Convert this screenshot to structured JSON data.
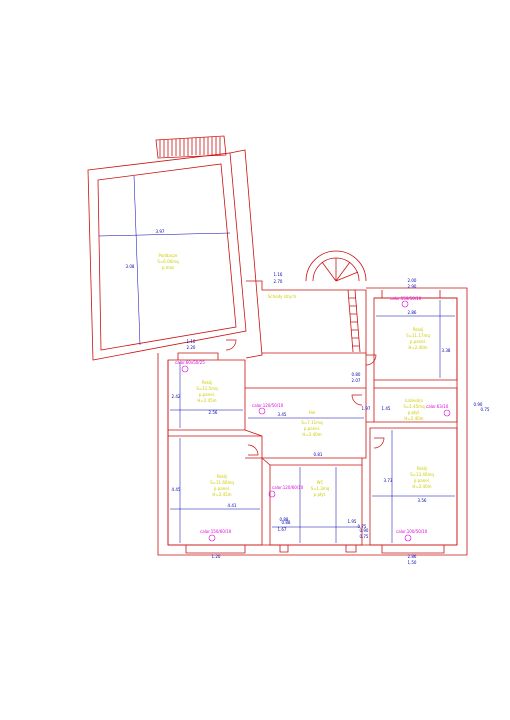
{
  "colors": {
    "background": "#ffffff",
    "wall": "#cc1111",
    "dimension": "#0000aa",
    "room_label": "#cccc00",
    "radiator_label": "#dd00dd",
    "opening": "#dd00dd"
  },
  "rooms": {
    "pod_dach": {
      "name": "Poddasze",
      "area": "S=6.06mq",
      "floor": "p.mas"
    },
    "schody": {
      "name": "Schody strych",
      "area": ""
    },
    "pokoj_1": {
      "name": "Pokój",
      "area": "S=11.17mq",
      "floor": "p.panel.",
      "height": "H=2.40m"
    },
    "pokoj_2": {
      "name": "Pokój",
      "area": "S=11.5mq",
      "floor": "p.panel.",
      "height": "H=2.45m"
    },
    "hol": {
      "name": "Hol",
      "area": "S=7.11mq",
      "floor": "p.panel.",
      "height": "H=2.40m"
    },
    "lazienka": {
      "name": "Łazienka",
      "area": "S=1.45mq",
      "floor": "p.płyt.",
      "height": "H=2.40m"
    },
    "pokoj_3": {
      "name": "Pokój",
      "area": "S=11.60mq",
      "floor": "p.panel.",
      "height": "H=2.45m"
    },
    "wc": {
      "name": "WC",
      "area": "S=1.3mq",
      "floor": "p.płyt."
    },
    "pokoj_4": {
      "name": "Pokój",
      "area": "S=13.40mq",
      "floor": "p.panel.",
      "height": "H=2.40m"
    }
  },
  "radiators": {
    "r1": "calor.60x50/25",
    "r2": "calor.150/50/10",
    "r3": "calor.120/50/10",
    "r4": "calor.63/10",
    "r5": "calor.120/60/10",
    "r6": "calor.150/60/10",
    "r7": "calor.100/50/10"
  },
  "dimensions": {
    "d_top_width": "3.97",
    "d_top_height": "3.08",
    "d_stair_top": "1.16",
    "d_stair_sub": "2.70",
    "d_right_top": "2.00",
    "d_right_sub": "2.90",
    "d_room1_width": "2.86",
    "d_room1_height": "3.38",
    "d_room2_top": "1.10",
    "d_room2_sub": "2.20",
    "d_room2_width": "2.56",
    "d_room2_height": "2.42",
    "d_hall_width": "3.45",
    "d_hall_small": "2.07",
    "d_hall_a": "0.80",
    "d_hall_b": "1.97",
    "d_bath_left": "1.45",
    "d_bath_right": "0.90",
    "d_bath_right2": "0.75",
    "d_room3_height": "4.45",
    "d_room3_width": "4.41",
    "d_room3_bottom": "1.20",
    "d_wc_a": "0.81",
    "d_wc_b": "1.67",
    "d_wc_c": "1.95",
    "d_wc_d": "0.88",
    "d_wc_e": "0.90",
    "d_wc_f": "0.75",
    "d_room4_height": "3.73",
    "d_room4_width": "3.56",
    "d_room4_bottom1": "2.86",
    "d_room4_bottom2": "1.50",
    "d_bottom_mid1": "0.75",
    "d_bottom_mid2": "0.88"
  }
}
